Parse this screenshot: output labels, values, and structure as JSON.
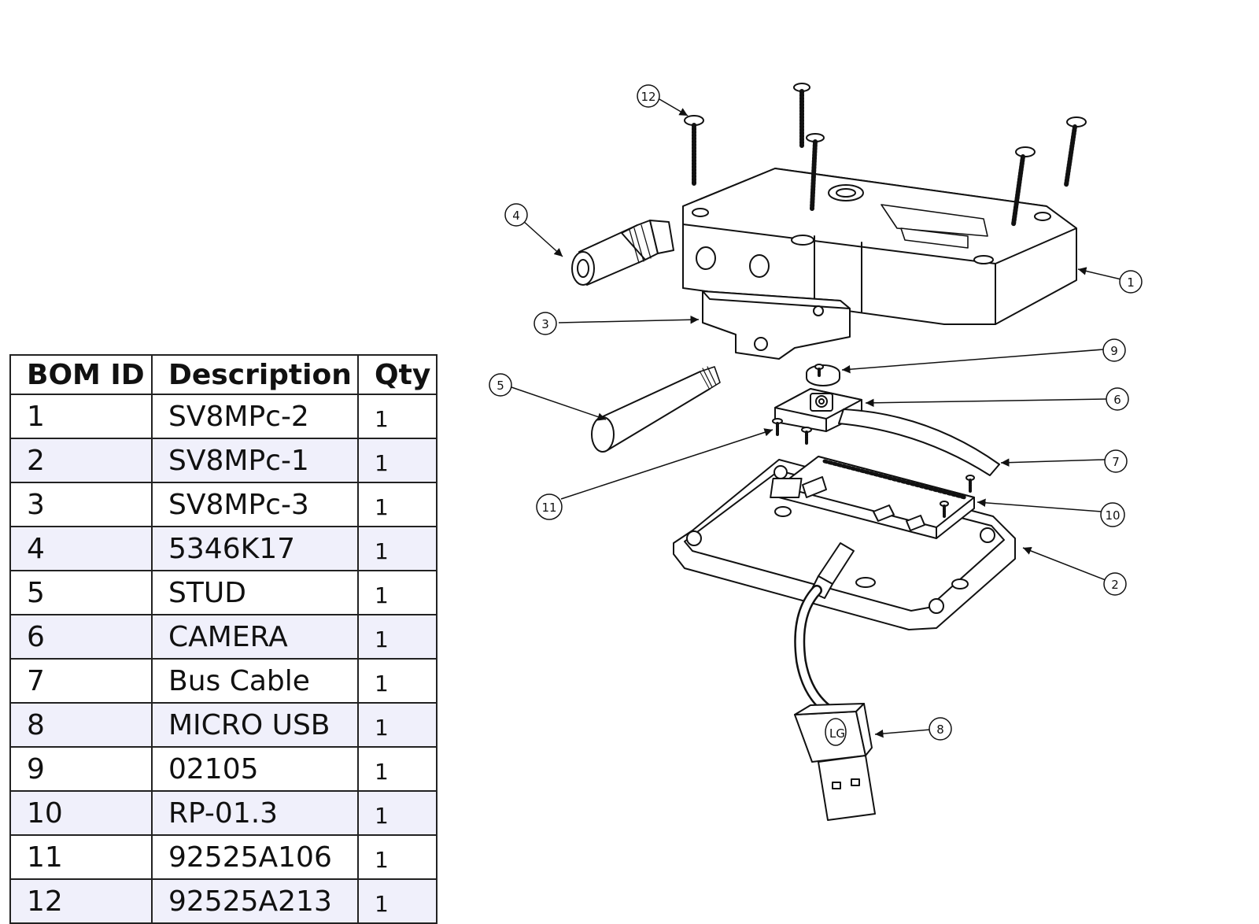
{
  "bom": {
    "headers": {
      "id": "BOM ID",
      "description": "Description",
      "qty": "Qty"
    },
    "rows": [
      {
        "id": "1",
        "description": "SV8MPc-2",
        "qty": "1"
      },
      {
        "id": "2",
        "description": "SV8MPc-1",
        "qty": "1"
      },
      {
        "id": "3",
        "description": "SV8MPc-3",
        "qty": "1"
      },
      {
        "id": "4",
        "description": "5346K17",
        "qty": "1"
      },
      {
        "id": "5",
        "description": "STUD",
        "qty": "1"
      },
      {
        "id": "6",
        "description": "CAMERA",
        "qty": "1"
      },
      {
        "id": "7",
        "description": "Bus Cable",
        "qty": "1"
      },
      {
        "id": "8",
        "description": "MICRO USB",
        "qty": "1"
      },
      {
        "id": "9",
        "description": "02105",
        "qty": "1"
      },
      {
        "id": "10",
        "description": "RP-01.3",
        "qty": "1"
      },
      {
        "id": "11",
        "description": "92525A106",
        "qty": "1"
      },
      {
        "id": "12",
        "description": "92525A213",
        "qty": "1"
      }
    ]
  },
  "balloons": [
    "1",
    "2",
    "3",
    "4",
    "5",
    "6",
    "7",
    "8",
    "9",
    "10",
    "11",
    "12"
  ],
  "usb_brand": "LG",
  "colors": {
    "line": "#111111",
    "table_alt_row": "#f0f0fb",
    "part_fill": "#ffffff"
  }
}
